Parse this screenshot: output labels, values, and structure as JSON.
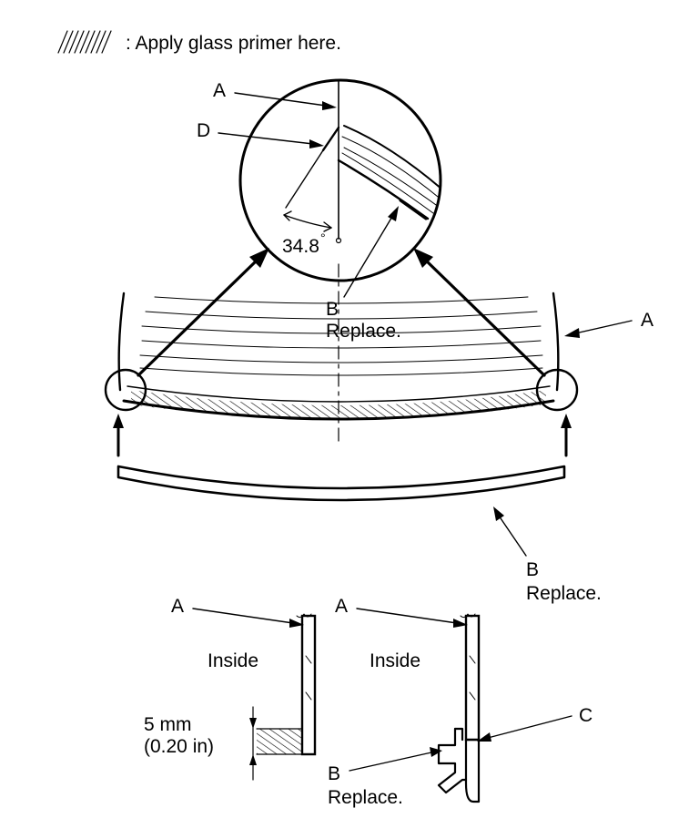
{
  "legend": {
    "text": ": Apply glass primer here."
  },
  "detail_top": {
    "label_a": "A",
    "label_d": "D",
    "angle": "34.8",
    "degree_symbol": "°",
    "label_b": "B",
    "label_b_note": "Replace."
  },
  "windshield": {
    "label_a_right": "A",
    "label_b": "B",
    "label_b_note": "Replace."
  },
  "section_left": {
    "label_a": "A",
    "inside": "Inside",
    "dim_value": "5 mm",
    "dim_imperial": "(0.20 in)"
  },
  "section_right": {
    "label_a": "A",
    "inside": "Inside",
    "label_c": "C",
    "label_b": "B",
    "label_b_note": "Replace."
  }
}
